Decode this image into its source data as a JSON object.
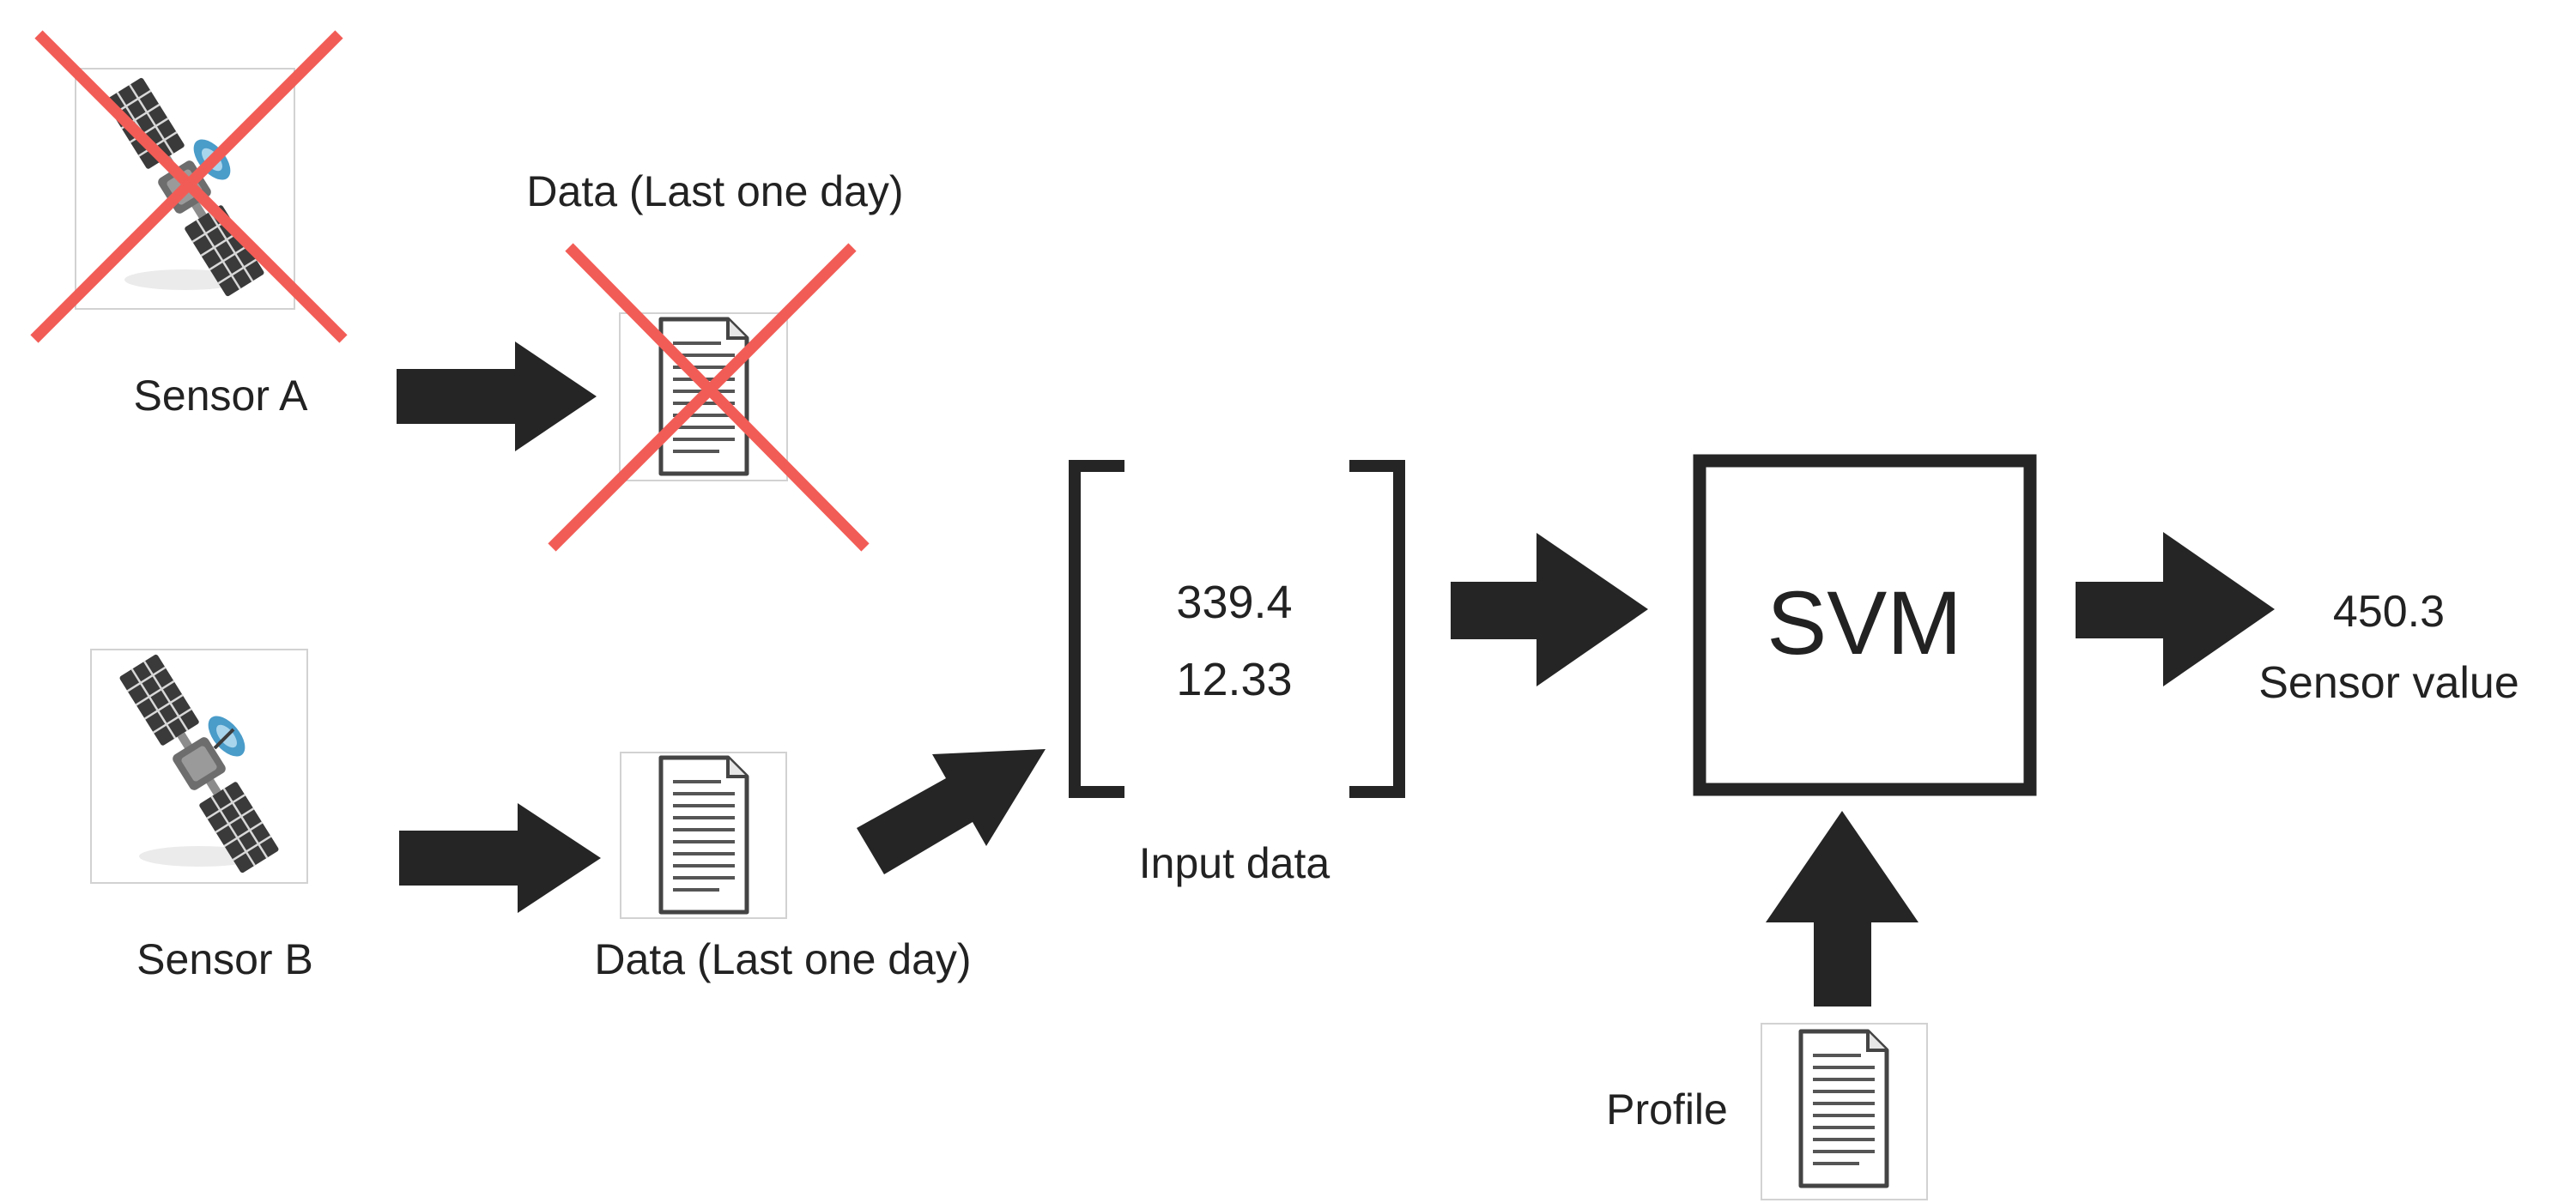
{
  "sensors": [
    {
      "label": "Sensor A",
      "status": "unavailable"
    },
    {
      "label": "Sensor B",
      "status": "available"
    }
  ],
  "data_a": {
    "label": "Data (Last one day)",
    "status": "unavailable"
  },
  "data_b": {
    "label": "Data (Last one day)"
  },
  "input": {
    "values": [
      "339.4",
      "12.33"
    ],
    "label": "Input data"
  },
  "model": {
    "label": "SVM"
  },
  "profile": {
    "label": "Profile"
  },
  "output": {
    "value": "450.3",
    "label": "Sensor value"
  },
  "colors": {
    "arrow": "#252525",
    "cross": "#f25c56",
    "text": "#222222",
    "frame": "#d2d2d2"
  },
  "icons": {
    "sensor": "satellite-icon",
    "data": "document-icon",
    "unavailable": "red-cross-icon"
  }
}
